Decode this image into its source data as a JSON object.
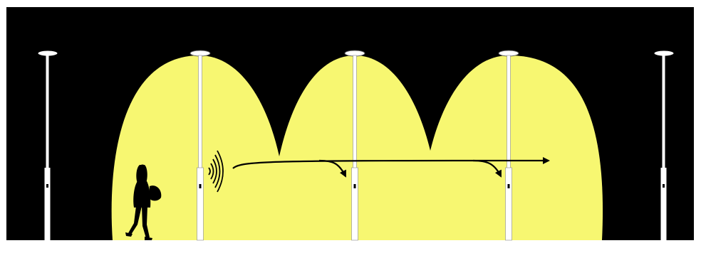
{
  "colors": {
    "background": "#000000",
    "outer_border": "#ffffff",
    "light_cone": "#f7f771",
    "pole": "#ffffff",
    "pole_outline": "#000000",
    "ground": "#ffffff",
    "arrow": "#000000",
    "sensor_waves": "#ffffff",
    "pedestrian": "#000000"
  },
  "scene": {
    "street_lights": [
      {
        "name": "unlit-street-light-left",
        "lit": false
      },
      {
        "name": "lit-street-light-1",
        "lit": true,
        "has_sensor": true
      },
      {
        "name": "lit-street-light-2",
        "lit": true
      },
      {
        "name": "lit-street-light-3",
        "lit": true
      },
      {
        "name": "unlit-street-light-right",
        "lit": false
      }
    ],
    "icons": [
      "pedestrian-silhouette-icon",
      "motion-sensor-waves-icon",
      "signal-arrow-icon"
    ]
  }
}
